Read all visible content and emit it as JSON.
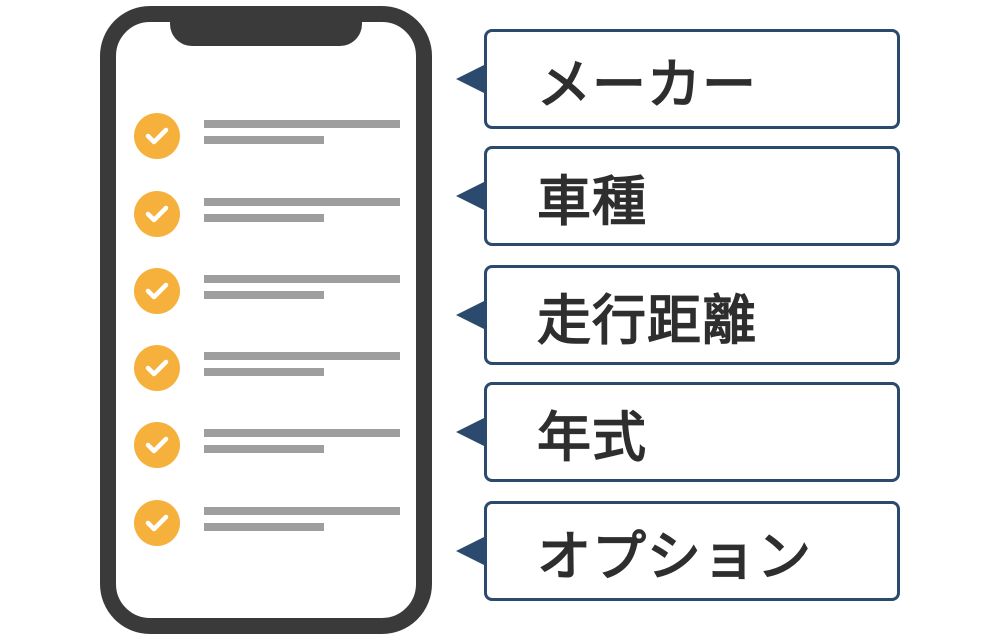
{
  "labels": [
    "メーカー",
    "車種",
    "走行距離",
    "年式",
    "オプション"
  ],
  "colors": {
    "phone_frame": "#3a3a3a",
    "check_circle": "#f6b13c",
    "placeholder_line": "#9e9e9e",
    "box_border": "#2b4a6e",
    "pointer": "#2b4a6e",
    "label_text": "#2e2e2e"
  },
  "phone": {
    "checklist_item_count": 6,
    "item_icon": "check-circle-icon"
  }
}
